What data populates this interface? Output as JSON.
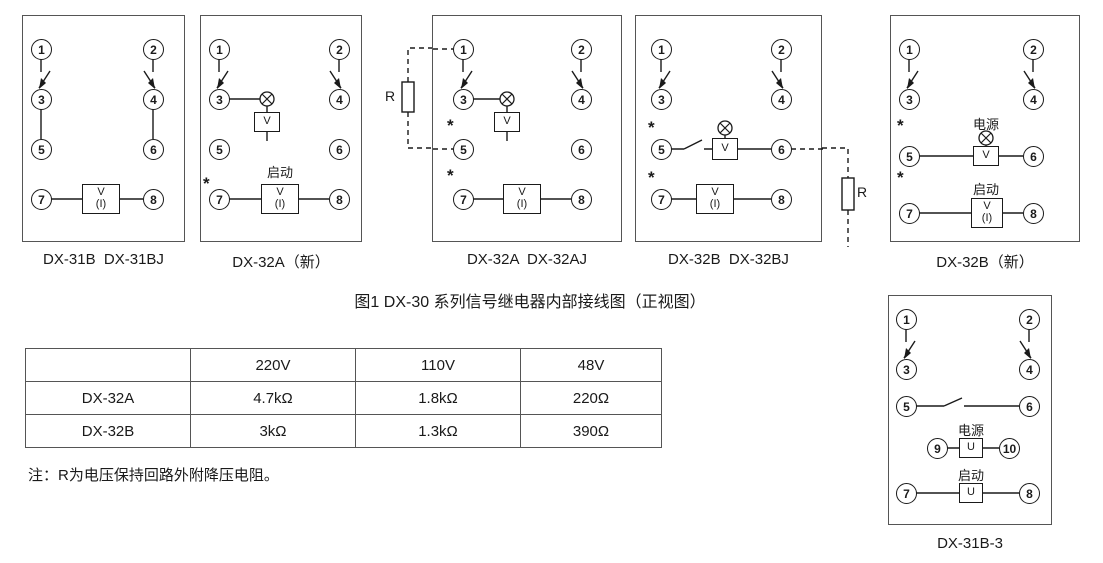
{
  "figure_caption": "图1 DX-30 系列信号继电器内部接线图（正视图）",
  "note": "注：R为电压保持回路外附降压电阻。",
  "terminals": [
    "1",
    "2",
    "3",
    "4",
    "5",
    "6",
    "7",
    "8",
    "9",
    "10"
  ],
  "symbols": {
    "v": "V",
    "i": "(I)",
    "u": "U",
    "r": "R",
    "asterisk": "*"
  },
  "labels": {
    "start": "启动",
    "power": "电源"
  },
  "diagrams": [
    {
      "caption": "DX-31B  DX-31BJ"
    },
    {
      "caption": "DX-32A（新）"
    },
    {
      "caption": "DX-32A  DX-32AJ"
    },
    {
      "caption": "DX-32B  DX-32BJ"
    },
    {
      "caption": "DX-32B（新）"
    },
    {
      "caption": "DX-31B-3"
    }
  ],
  "table": {
    "headers": [
      "",
      "220V",
      "110V",
      "48V"
    ],
    "rows": [
      {
        "model": "DX-32A",
        "values": [
          "4.7kΩ",
          "1.8kΩ",
          "220Ω"
        ]
      },
      {
        "model": "DX-32B",
        "values": [
          "3kΩ",
          "1.3kΩ",
          "390Ω"
        ]
      }
    ]
  }
}
